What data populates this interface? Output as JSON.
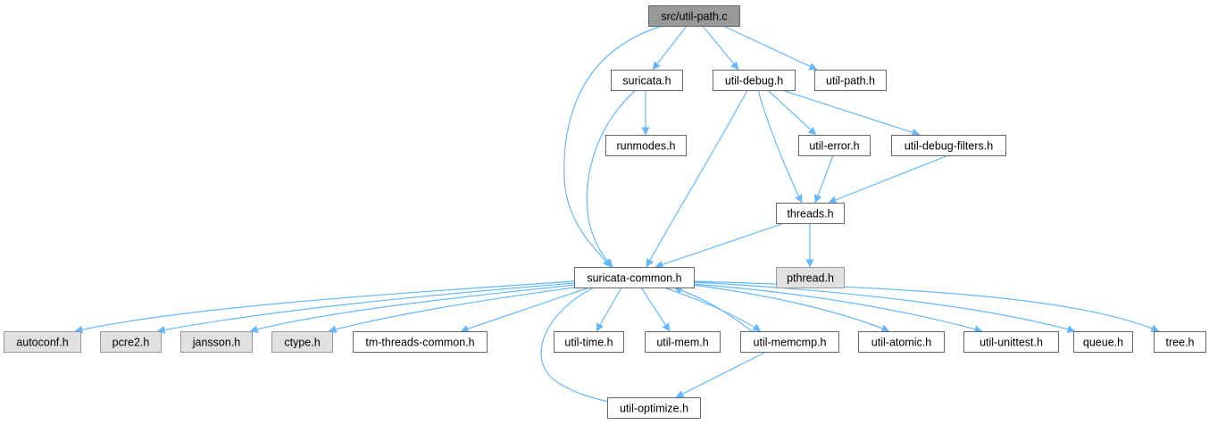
{
  "colors": {
    "edge": "#63b8ff",
    "node_border": "#666666",
    "node_fill": "#ffffff",
    "root_fill": "#999999",
    "root_border": "#666666",
    "external_fill": "#e0e0e0",
    "external_border": "#999999"
  },
  "nodes": [
    {
      "id": "util-path-c",
      "label": "src/util-path.c",
      "kind": "root"
    },
    {
      "id": "suricata-h",
      "label": "suricata.h",
      "kind": "internal"
    },
    {
      "id": "util-debug-h",
      "label": "util-debug.h",
      "kind": "internal"
    },
    {
      "id": "util-path-h",
      "label": "util-path.h",
      "kind": "internal"
    },
    {
      "id": "runmodes-h",
      "label": "runmodes.h",
      "kind": "internal"
    },
    {
      "id": "util-error-h",
      "label": "util-error.h",
      "kind": "internal"
    },
    {
      "id": "util-debug-filters-h",
      "label": "util-debug-filters.h",
      "kind": "internal"
    },
    {
      "id": "threads-h",
      "label": "threads.h",
      "kind": "internal"
    },
    {
      "id": "suricata-common-h",
      "label": "suricata-common.h",
      "kind": "internal"
    },
    {
      "id": "pthread-h",
      "label": "pthread.h",
      "kind": "external"
    },
    {
      "id": "autoconf-h",
      "label": "autoconf.h",
      "kind": "external"
    },
    {
      "id": "pcre2-h",
      "label": "pcre2.h",
      "kind": "external"
    },
    {
      "id": "jansson-h",
      "label": "jansson.h",
      "kind": "external"
    },
    {
      "id": "ctype-h",
      "label": "ctype.h",
      "kind": "external"
    },
    {
      "id": "tm-threads-common-h",
      "label": "tm-threads-common.h",
      "kind": "internal"
    },
    {
      "id": "util-time-h",
      "label": "util-time.h",
      "kind": "internal"
    },
    {
      "id": "util-mem-h",
      "label": "util-mem.h",
      "kind": "internal"
    },
    {
      "id": "util-memcmp-h",
      "label": "util-memcmp.h",
      "kind": "internal"
    },
    {
      "id": "util-atomic-h",
      "label": "util-atomic.h",
      "kind": "internal"
    },
    {
      "id": "util-unittest-h",
      "label": "util-unittest.h",
      "kind": "internal"
    },
    {
      "id": "queue-h",
      "label": "queue.h",
      "kind": "internal"
    },
    {
      "id": "tree-h",
      "label": "tree.h",
      "kind": "internal"
    },
    {
      "id": "util-optimize-h",
      "label": "util-optimize.h",
      "kind": "internal"
    }
  ],
  "edges": [
    {
      "from": "util-path-c",
      "to": "suricata-h"
    },
    {
      "from": "util-path-c",
      "to": "util-debug-h"
    },
    {
      "from": "util-path-c",
      "to": "util-path-h"
    },
    {
      "from": "util-path-c",
      "to": "suricata-common-h"
    },
    {
      "from": "suricata-h",
      "to": "runmodes-h"
    },
    {
      "from": "suricata-h",
      "to": "suricata-common-h"
    },
    {
      "from": "util-debug-h",
      "to": "util-error-h"
    },
    {
      "from": "util-debug-h",
      "to": "util-debug-filters-h"
    },
    {
      "from": "util-debug-h",
      "to": "threads-h"
    },
    {
      "from": "util-debug-h",
      "to": "suricata-common-h"
    },
    {
      "from": "util-error-h",
      "to": "threads-h"
    },
    {
      "from": "util-debug-filters-h",
      "to": "threads-h"
    },
    {
      "from": "threads-h",
      "to": "suricata-common-h"
    },
    {
      "from": "threads-h",
      "to": "pthread-h"
    },
    {
      "from": "suricata-common-h",
      "to": "autoconf-h"
    },
    {
      "from": "suricata-common-h",
      "to": "pcre2-h"
    },
    {
      "from": "suricata-common-h",
      "to": "jansson-h"
    },
    {
      "from": "suricata-common-h",
      "to": "ctype-h"
    },
    {
      "from": "suricata-common-h",
      "to": "tm-threads-common-h"
    },
    {
      "from": "suricata-common-h",
      "to": "util-time-h"
    },
    {
      "from": "suricata-common-h",
      "to": "util-mem-h"
    },
    {
      "from": "suricata-common-h",
      "to": "util-memcmp-h"
    },
    {
      "from": "suricata-common-h",
      "to": "util-atomic-h"
    },
    {
      "from": "suricata-common-h",
      "to": "util-unittest-h"
    },
    {
      "from": "suricata-common-h",
      "to": "queue-h"
    },
    {
      "from": "suricata-common-h",
      "to": "tree-h"
    },
    {
      "from": "suricata-common-h",
      "to": "util-optimize-h"
    },
    {
      "from": "util-memcmp-h",
      "to": "suricata-common-h"
    },
    {
      "from": "util-memcmp-h",
      "to": "util-optimize-h"
    }
  ]
}
